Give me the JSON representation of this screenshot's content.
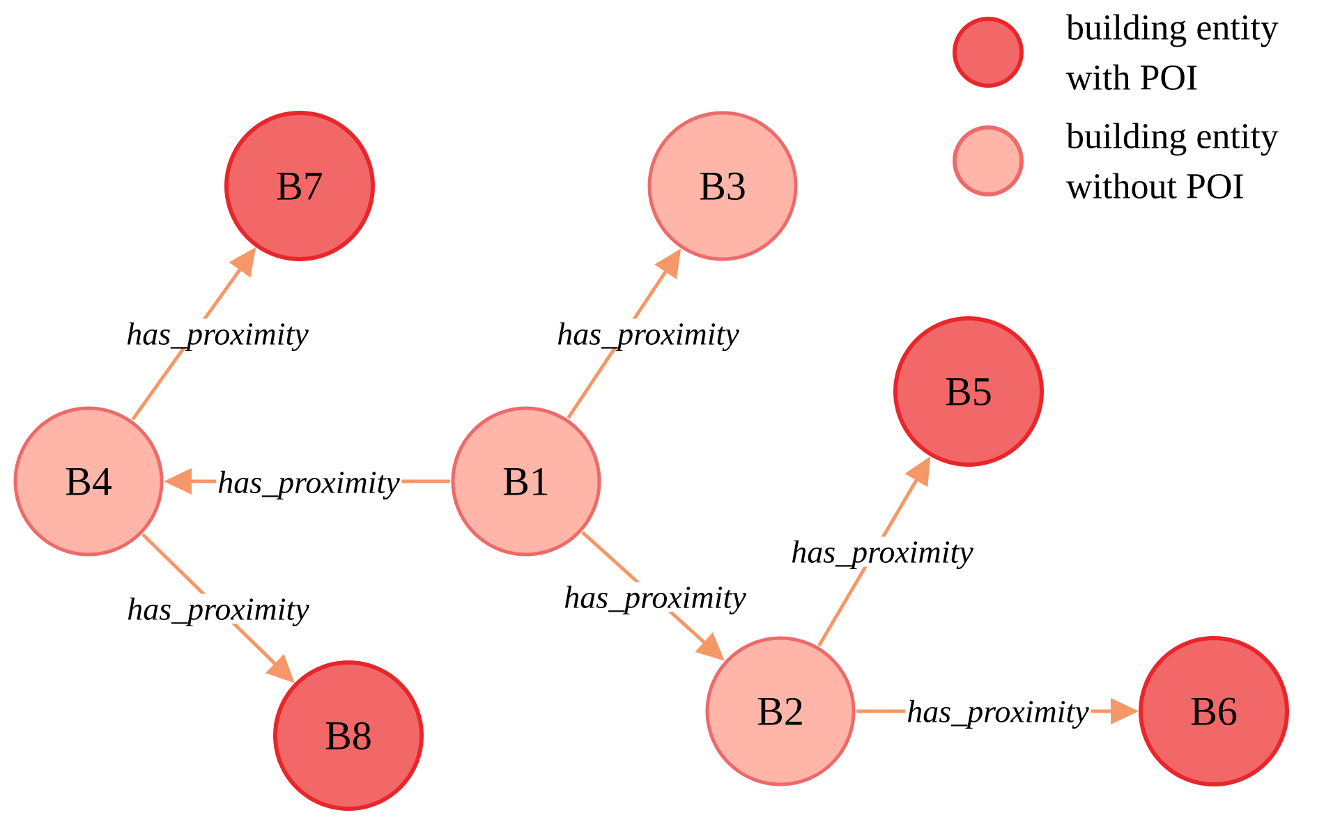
{
  "colors": {
    "poi_fill": "#f26868",
    "poi_stroke": "#e8262b",
    "nopoi_fill": "#ffb5a8",
    "nopoi_stroke": "#ee6a6a",
    "edge": "#f59766"
  },
  "legend": [
    {
      "type": "poi",
      "lines": [
        "building entity",
        "with POI"
      ]
    },
    {
      "type": "nopoi",
      "lines": [
        "building entity",
        "without POI"
      ]
    }
  ],
  "nodes": [
    {
      "id": "B1",
      "label": "B1",
      "type": "nopoi"
    },
    {
      "id": "B2",
      "label": "B2",
      "type": "nopoi"
    },
    {
      "id": "B3",
      "label": "B3",
      "type": "nopoi"
    },
    {
      "id": "B4",
      "label": "B4",
      "type": "nopoi"
    },
    {
      "id": "B5",
      "label": "B5",
      "type": "poi"
    },
    {
      "id": "B6",
      "label": "B6",
      "type": "poi"
    },
    {
      "id": "B7",
      "label": "B7",
      "type": "poi"
    },
    {
      "id": "B8",
      "label": "B8",
      "type": "poi"
    }
  ],
  "edges": [
    {
      "from": "B4",
      "to": "B7",
      "label": "has_proximity"
    },
    {
      "from": "B1",
      "to": "B3",
      "label": "has_proximity"
    },
    {
      "from": "B1",
      "to": "B4",
      "label": "has_proximity"
    },
    {
      "from": "B4",
      "to": "B8",
      "label": "has_proximity"
    },
    {
      "from": "B1",
      "to": "B2",
      "label": "has_proximity"
    },
    {
      "from": "B2",
      "to": "B5",
      "label": "has_proximity"
    },
    {
      "from": "B2",
      "to": "B6",
      "label": "has_proximity"
    }
  ]
}
